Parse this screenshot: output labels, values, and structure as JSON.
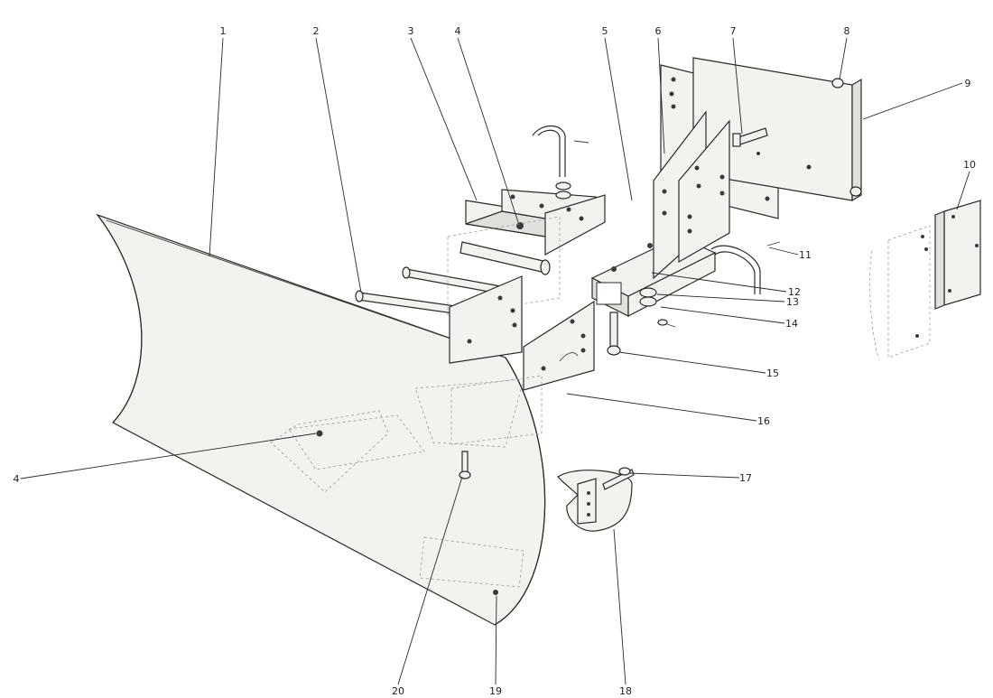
{
  "diagram": {
    "callouts": [
      "1",
      "2",
      "3",
      "4",
      "5",
      "6",
      "7",
      "8",
      "9",
      "10",
      "11",
      "12",
      "13",
      "14",
      "15",
      "16",
      "17",
      "18",
      "19",
      "20",
      "4"
    ]
  }
}
